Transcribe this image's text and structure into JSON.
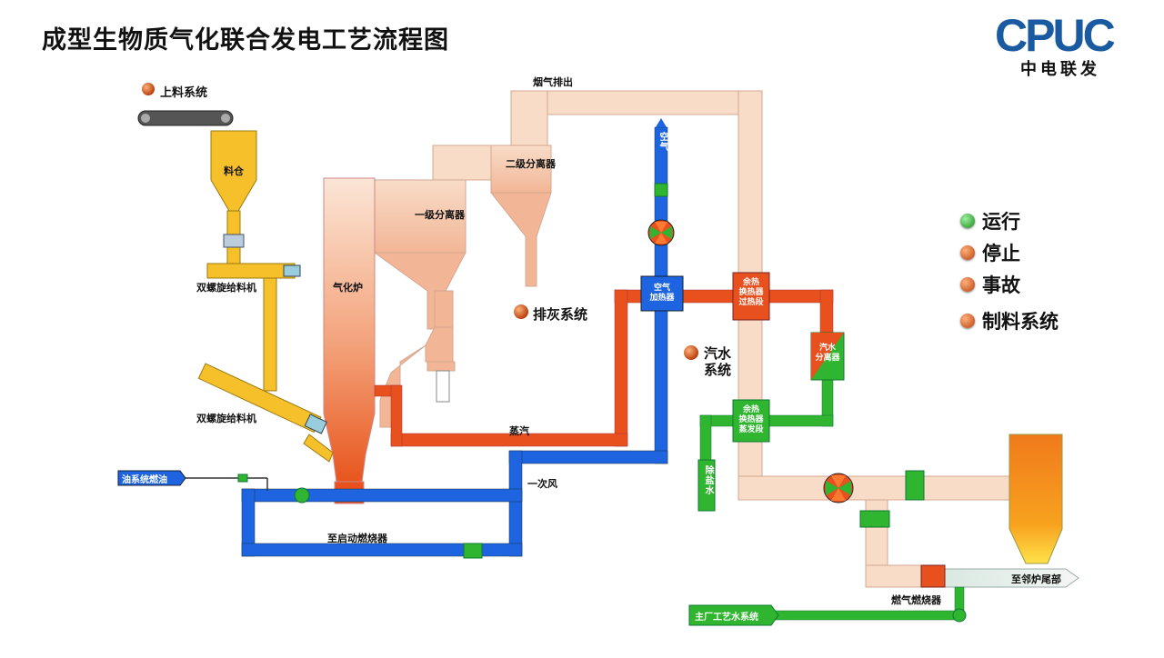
{
  "title": "成型生物质气化联合发电工艺流程图",
  "logo": {
    "letters": "CPUC",
    "subtitle": "中电联发",
    "color": "#1a5aa0"
  },
  "legend": [
    {
      "label": "运行",
      "color": "#2fb52f"
    },
    {
      "label": "停止",
      "color": "#d9531a"
    },
    {
      "label": "事故",
      "color": "#d9531a"
    },
    {
      "label": "制料系统",
      "color": "#d9531a"
    }
  ],
  "labels": {
    "feed_system": "上料系统",
    "silo": "料仓",
    "screw_feeder_1": "双螺旋给料机",
    "screw_feeder_2": "双螺旋给料机",
    "gasifier": "气化炉",
    "separator_1": "一级分离器",
    "separator_2": "二级分离器",
    "flue_exhaust": "烟气排出",
    "air_inlet": "空气",
    "air_heater": "空气\n加热器",
    "ash_system": "排灰系统",
    "heat_exchanger_superheat": "余热\n换热器\n过热段",
    "steam_water_separator": "汽水\n分离器",
    "steam_water_system": "汽水\n系统",
    "heat_exchanger_evap": "余热\n换热器\n蒸发段",
    "desalted_water": "除盐水",
    "steam": "蒸汽",
    "primary_air": "一次风",
    "oil_system": "油系统燃油",
    "to_start_burner": "至启动燃烧器",
    "gas_burner": "燃气燃烧器",
    "to_boiler_tail": "至邻炉尾部",
    "main_water": "主厂工艺水系统"
  },
  "colors": {
    "gas": "#f8dcc8",
    "gas_dark": "#f0b89a",
    "steam": "#e8501e",
    "air": "#1e64e0",
    "water": "#2fb52f",
    "feed": "#f6c02a",
    "fire": "#f07a1c"
  }
}
